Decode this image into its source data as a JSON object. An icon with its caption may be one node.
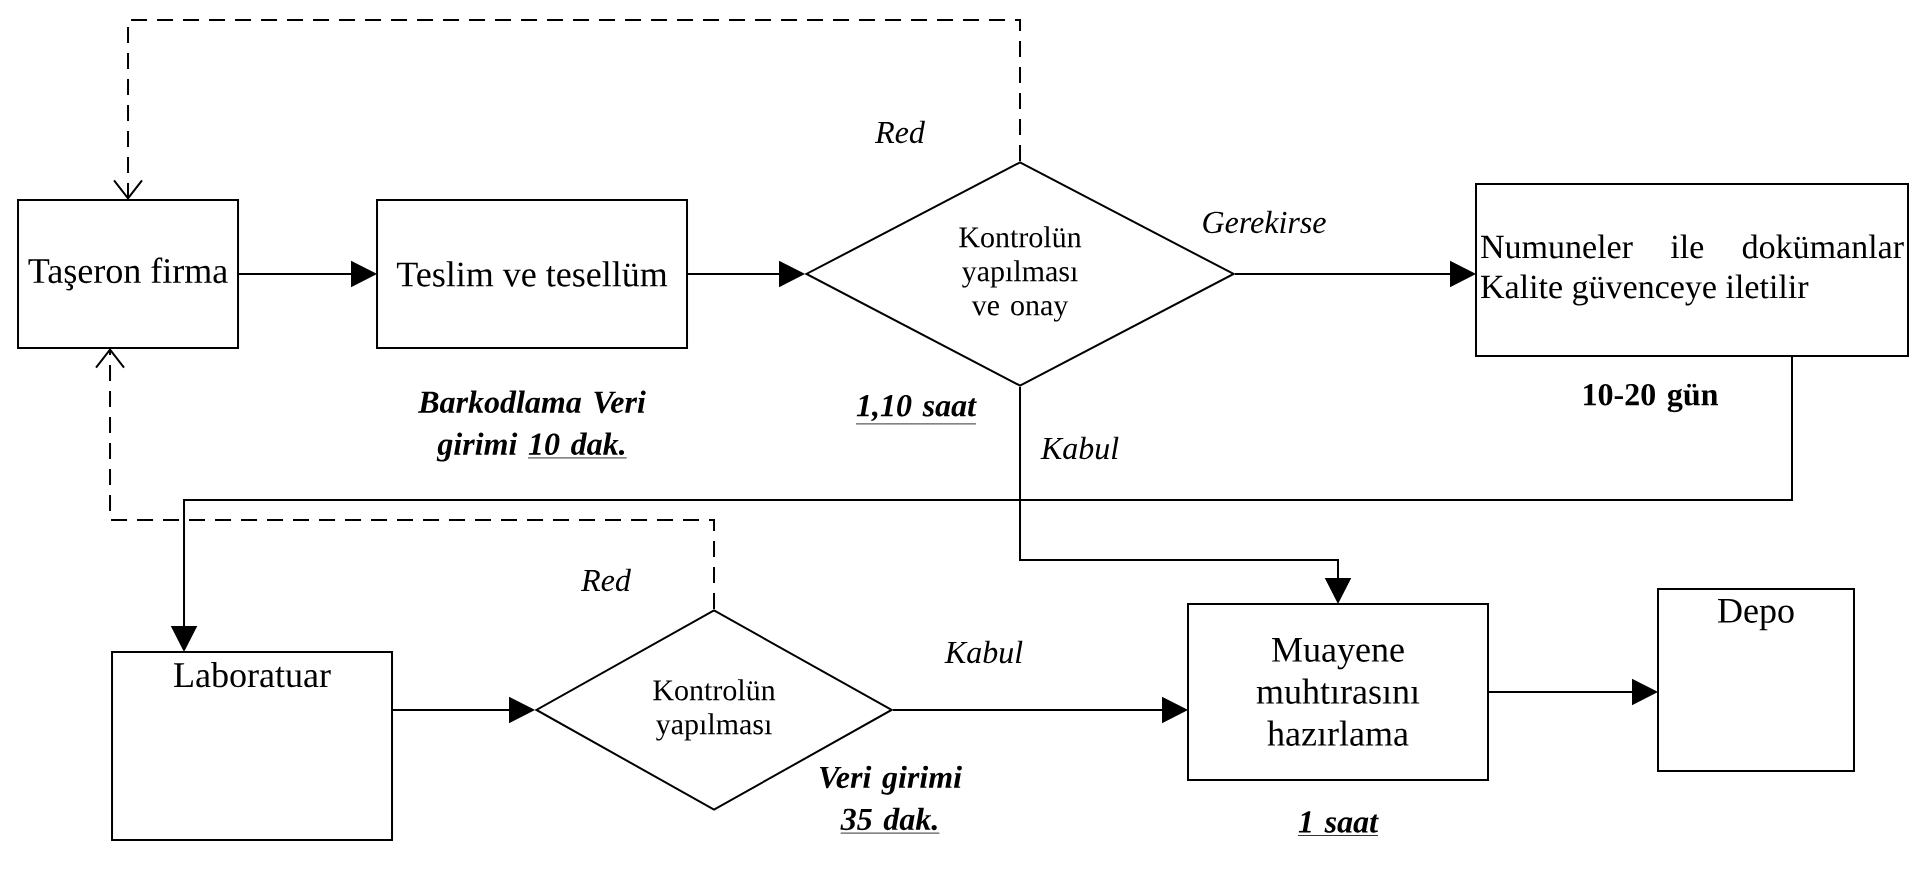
{
  "diagram": {
    "nodes": [
      {
        "text": [
          "Taşeron firma"
        ]
      },
      {
        "text": [
          "Teslim ve tesellüm"
        ],
        "beside": [
          "Barkodlama Veri girimi",
          "10 dak."
        ]
      },
      {
        "text": [
          "Kontrolün yapılması ve onay"
        ],
        "beside": [
          "1,10 saat"
        ]
      },
      {
        "text": [
          "Numuneler ile dokümanlar Kalite güvenceye iletilir"
        ],
        "beside": [
          "10-20 gün"
        ]
      },
      {
        "text": [
          "Laboratuar"
        ]
      },
      {
        "text": [
          "Kontrolün yapılması"
        ],
        "beside": [
          "Veri girimi",
          "35 dak."
        ]
      },
      {
        "text": [
          "Muayene muhtırasını hazırlama"
        ],
        "beside": [
          "1 saat"
        ]
      },
      {
        "text": [
          "Depo"
        ]
      }
    ],
    "edges": [
      {
        "from": 0,
        "to": 1,
        "arrow": "to"
      },
      {
        "from": 1,
        "to": 2,
        "arrow": "to"
      },
      {
        "from": 2,
        "to": 3,
        "arrow": "to",
        "label": "Gerekirse"
      },
      {
        "from": 2,
        "to": 0,
        "arrow": "to",
        "label": "Red",
        "style": "dashed"
      },
      {
        "from": 2,
        "to": 6,
        "arrow": "to",
        "label": "Kabul"
      },
      {
        "from": 3,
        "to": 4,
        "arrow": "to"
      },
      {
        "from": 4,
        "to": 5,
        "arrow": "to"
      },
      {
        "from": 5,
        "to": 0,
        "arrow": "to",
        "label": "Red",
        "style": "dashed"
      },
      {
        "from": 5,
        "to": 6,
        "arrow": "to",
        "label": "Kabul"
      },
      {
        "from": 6,
        "to": 7,
        "arrow": "to"
      }
    ]
  }
}
